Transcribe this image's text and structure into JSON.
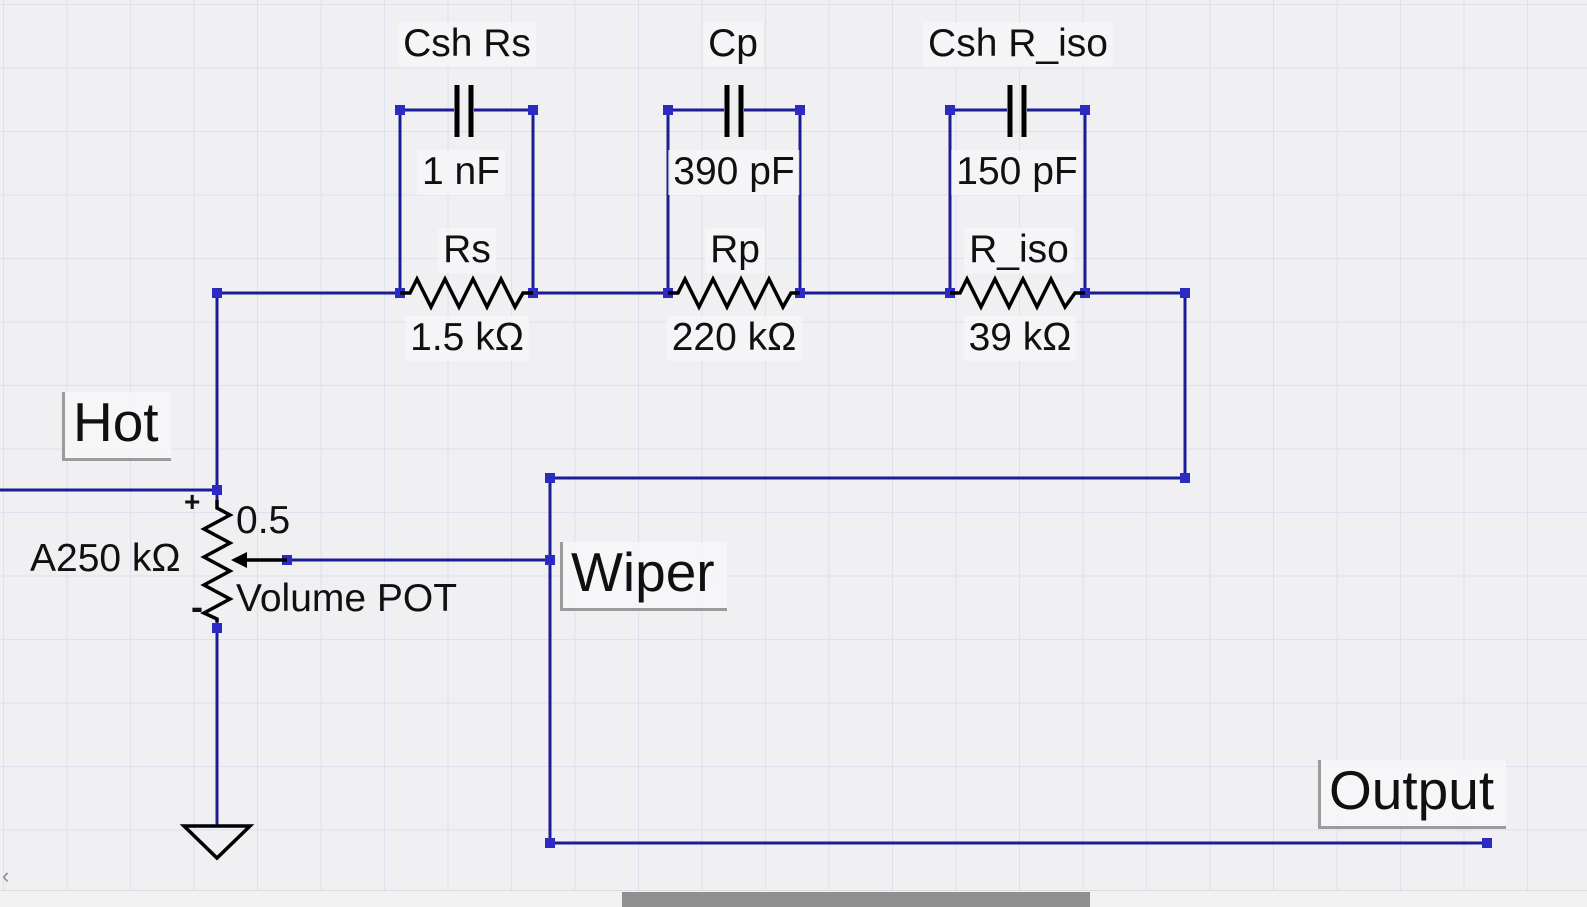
{
  "canvas": {
    "background": "#f0f0f2",
    "grid_color": "#dde1ee",
    "wire_color": "#1c1c94",
    "node_color": "#2b2bc4",
    "symbol_color": "#000000",
    "net_label_frame_color": "#9b9b9b"
  },
  "net_labels": {
    "hot": "Hot",
    "wiper": "Wiper",
    "output": "Output"
  },
  "components": {
    "cap_csh_rs": {
      "name": "Csh Rs",
      "value": "1 nF"
    },
    "res_rs": {
      "name": "Rs",
      "value": "1.5 kΩ"
    },
    "cap_cp": {
      "name": "Cp",
      "value": "390 pF"
    },
    "res_rp": {
      "name": "Rp",
      "value": "220 kΩ"
    },
    "cap_csh_riso": {
      "name": "Csh R_iso",
      "value": "150 pF"
    },
    "res_riso": {
      "name": "R_iso",
      "value": "39 kΩ"
    },
    "pot": {
      "value": "A250 kΩ",
      "wiper_position": "0.5",
      "label": "Volume POT",
      "plus_terminal": "+",
      "minus_terminal": "-"
    }
  },
  "scrollbar": {
    "left_edge_arrow": "‹"
  }
}
